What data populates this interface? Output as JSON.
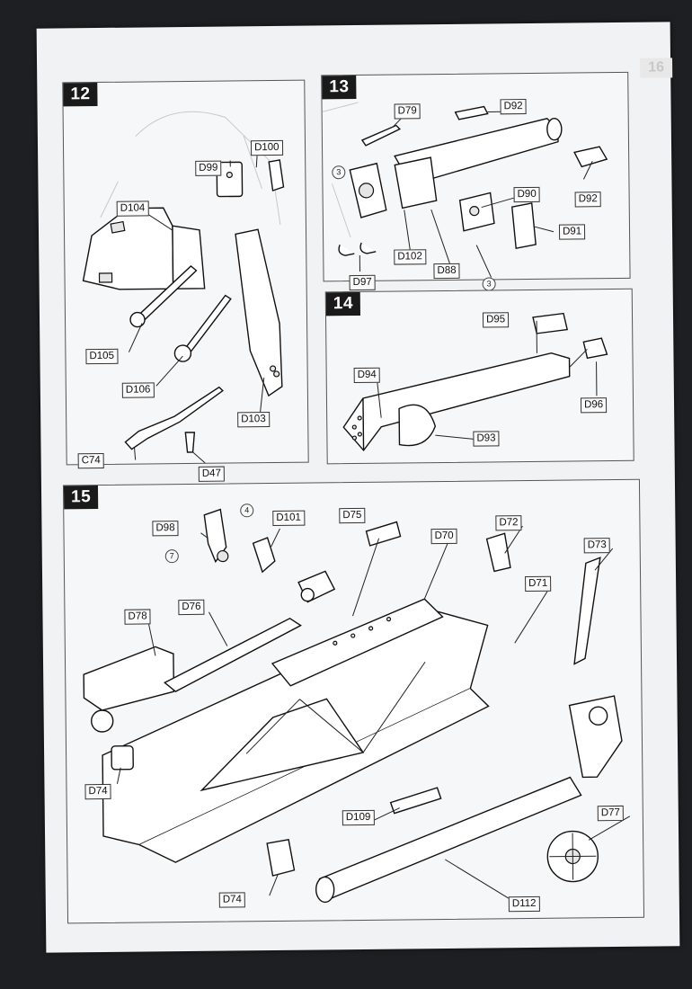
{
  "steps": [
    {
      "number": "12",
      "labels": [
        "D100",
        "D99",
        "D104",
        "D105",
        "D106",
        "D103",
        "C74",
        "D47"
      ]
    },
    {
      "number": "13",
      "labels": [
        "D79",
        "D92",
        "D92",
        "D90",
        "D91",
        "D102",
        "D88",
        "D97"
      ],
      "circles": [
        "3",
        "3"
      ]
    },
    {
      "number": "14",
      "labels": [
        "D95",
        "D94",
        "D96",
        "D93"
      ]
    },
    {
      "number": "15",
      "labels": [
        "D98",
        "D101",
        "D75",
        "D70",
        "D72",
        "D73",
        "D71",
        "D76",
        "D78",
        "D74",
        "D109",
        "D77",
        "D74",
        "D112"
      ],
      "circles": [
        "4",
        "7"
      ]
    }
  ]
}
